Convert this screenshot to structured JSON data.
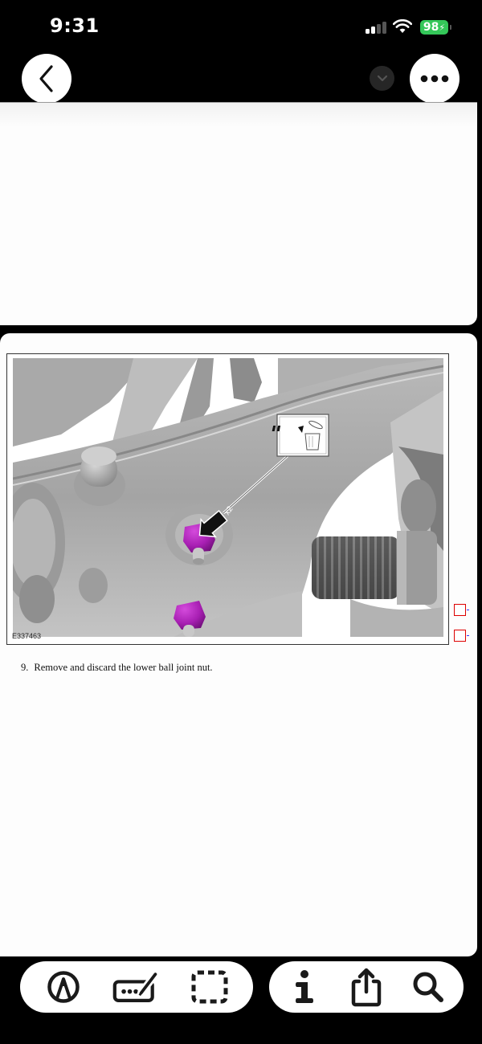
{
  "status_bar": {
    "time": "9:31",
    "battery_level": "98",
    "battery_color": "#34c759",
    "charging": true,
    "signal_bars_active": 2,
    "signal_bars_total": 4
  },
  "navigation": {
    "back_icon": "chevron-left-icon",
    "collapse_icon": "chevron-down-icon",
    "more_icon": "ellipsis-icon"
  },
  "document": {
    "figure": {
      "id_label": "E337463",
      "callout_quantity": "x2",
      "callout_icon": "discard-trash-can-icon",
      "highlight_color": "#a81fb3",
      "description": "Lower control arm with two highlighted ball joint nuts"
    },
    "step": {
      "number": "9.",
      "text": "Remove and discard the lower ball joint nut."
    },
    "annotation_checkboxes": [
      {
        "checked": false
      },
      {
        "checked": false
      }
    ]
  },
  "toolbar": {
    "left_group": [
      {
        "name": "markup",
        "icon": "pencil-tip-circle-icon"
      },
      {
        "name": "signature",
        "icon": "signature-icon"
      },
      {
        "name": "selection",
        "icon": "dashed-selection-icon"
      }
    ],
    "right_group": [
      {
        "name": "info",
        "icon": "info-icon"
      },
      {
        "name": "share",
        "icon": "share-icon"
      },
      {
        "name": "search",
        "icon": "search-icon"
      }
    ]
  }
}
